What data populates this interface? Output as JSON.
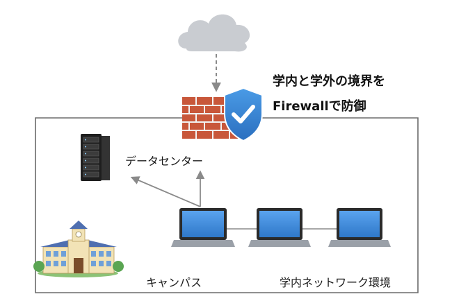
{
  "headline": {
    "line1": "学内と学外の境界を",
    "line2": "Firewallで防御"
  },
  "labels": {
    "datacenter": "データセンター",
    "campus": "キャンパス",
    "campus_network": "学内ネットワーク環境"
  },
  "icons": {
    "cloud": "cloud-icon",
    "firewall": "brick-wall-icon",
    "shield": "shield-check-icon",
    "server": "server-rack-icon",
    "school": "school-building-icon",
    "laptop": "laptop-icon"
  },
  "colors": {
    "cloud": "#c9ccd1",
    "brick": "#c8573a",
    "shield": "#3a86d4",
    "laptop_screen": "#4a90e2",
    "border": "#6b6b6b",
    "arrow": "#8a8a8a",
    "building_wall": "#f2e3b6",
    "building_roof": "#4f6fb0"
  }
}
